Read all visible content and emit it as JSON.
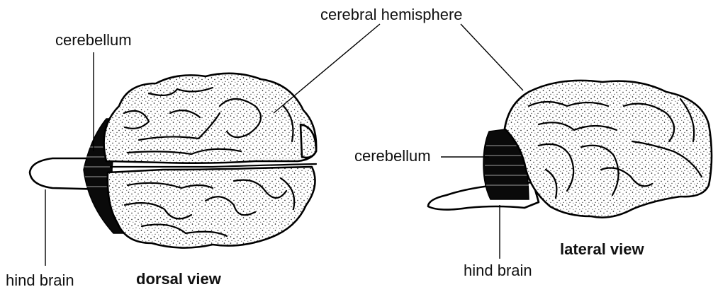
{
  "labels": {
    "cerebral_hemisphere": "cerebral hemisphere",
    "cerebellum_dorsal": "cerebellum",
    "cerebellum_lateral": "cerebellum",
    "hind_brain_dorsal": "hind brain",
    "hind_brain_lateral": "hind brain",
    "dorsal_view": "dorsal view",
    "lateral_view": "lateral view"
  }
}
